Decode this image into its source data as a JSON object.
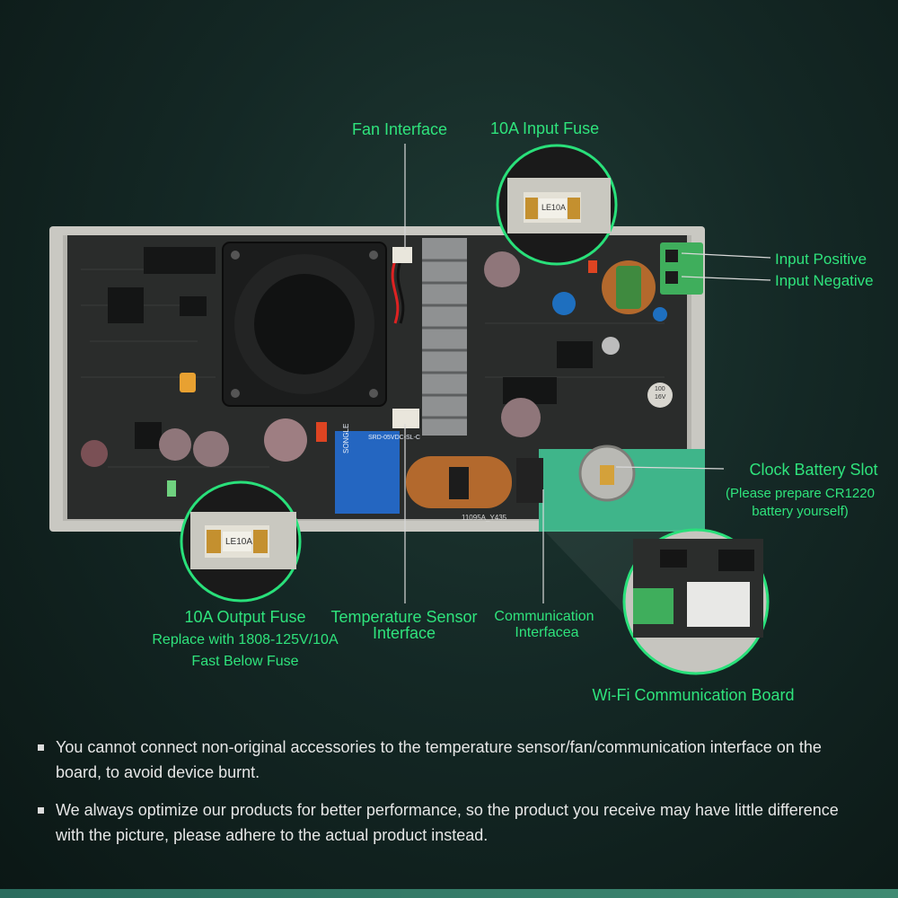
{
  "labels": {
    "fan_interface": "Fan Interface",
    "input_fuse": "10A Input Fuse",
    "input_positive": "Input Positive",
    "input_negative": "Input Negative",
    "clock_battery_title": "Clock Battery Slot",
    "clock_battery_note_1": "(Please prepare CR1220",
    "clock_battery_note_2": "battery yourself)",
    "output_fuse_title": "10A Output Fuse",
    "output_fuse_note_1": "Replace with 1808-125V/10A",
    "output_fuse_note_2": "Fast Below Fuse",
    "temp_sensor_1": "Temperature Sensor",
    "temp_sensor_2": "Interface",
    "comm_1": "Communication",
    "comm_2": "Interfacea",
    "wifi_board": "Wi-Fi Communication Board"
  },
  "component_text": {
    "fuse_mark": "LE10A",
    "relay_brand": "SONGLE",
    "relay_model": "SRD-05VDC-SL-C",
    "board_code": "11095A_Y435",
    "cap_1": "100",
    "cap_2": "16V"
  },
  "notes": [
    "You cannot connect non-original accessories to the temperature sensor/fan/communication interface on the board, to avoid device burnt.",
    "We always optimize our products for better performance, so the product you receive may have little difference with the picture,  please adhere to the actual product instead."
  ],
  "colors": {
    "accent": "#2fe37c",
    "pcb": "#2b2d2c",
    "terminal": "#3fae5c"
  }
}
